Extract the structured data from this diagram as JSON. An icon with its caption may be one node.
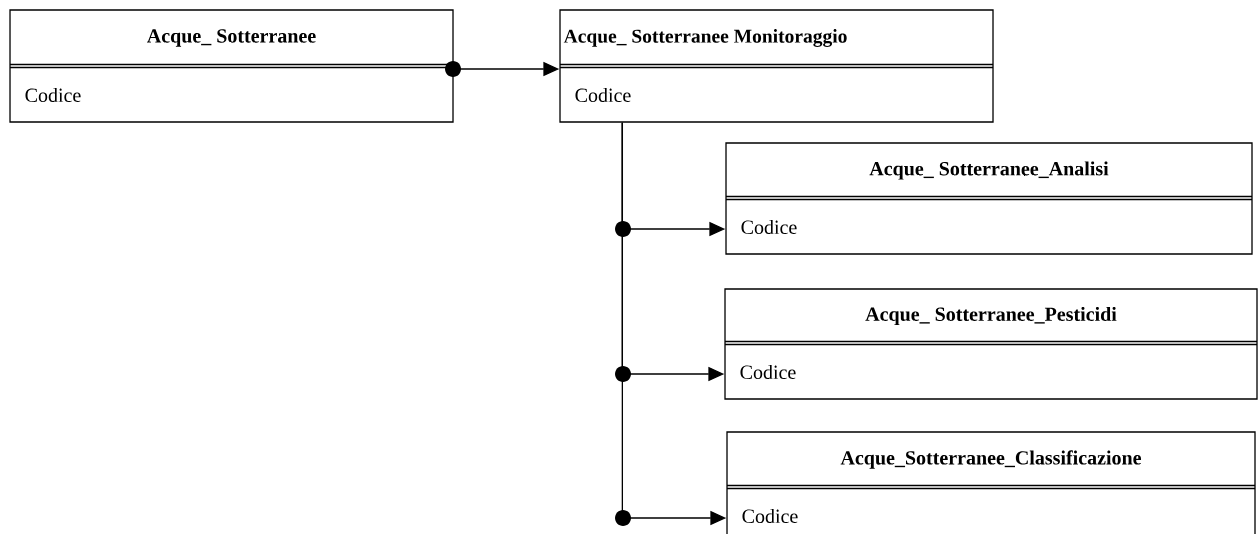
{
  "diagram": {
    "nodes": [
      {
        "text": [
          "Acque_ Sotterranee",
          "Codice"
        ]
      },
      {
        "text": [
          "Acque_ Sotterranee Monitoraggio",
          "Codice"
        ]
      },
      {
        "text": [
          "Acque_ Sotterranee_Analisi",
          "Codice"
        ]
      },
      {
        "text": [
          "Acque_ Sotterranee_Pesticidi",
          "Codice"
        ]
      },
      {
        "text": [
          "Acque_Sotterranee_Classificazione",
          "Codice"
        ]
      }
    ],
    "edges": [
      {
        "from": 0,
        "to": 1,
        "arrow": "to"
      },
      {
        "from": 1,
        "to": 2,
        "arrow": "to"
      },
      {
        "from": 1,
        "to": 3,
        "arrow": "to"
      },
      {
        "from": 1,
        "to": 4,
        "arrow": "to"
      }
    ]
  }
}
